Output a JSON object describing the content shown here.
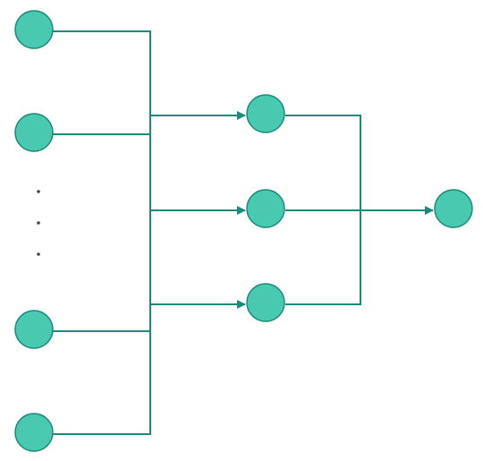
{
  "diagram": {
    "type": "neural-network",
    "colors": {
      "node_fill": "#48c9b0",
      "node_stroke": "#1a8a7a",
      "edge": "#1a8a7a",
      "ellipsis_dots": "#444444"
    },
    "layers": [
      {
        "name": "input",
        "visible_nodes": 4,
        "ellipsis": true
      },
      {
        "name": "hidden",
        "visible_nodes": 3,
        "ellipsis": false
      },
      {
        "name": "output",
        "visible_nodes": 1,
        "ellipsis": false
      }
    ],
    "connections": [
      {
        "from": "input",
        "to": "hidden",
        "style": "bus-with-arrows"
      },
      {
        "from": "hidden",
        "to": "output",
        "style": "bus-with-arrow"
      }
    ]
  }
}
